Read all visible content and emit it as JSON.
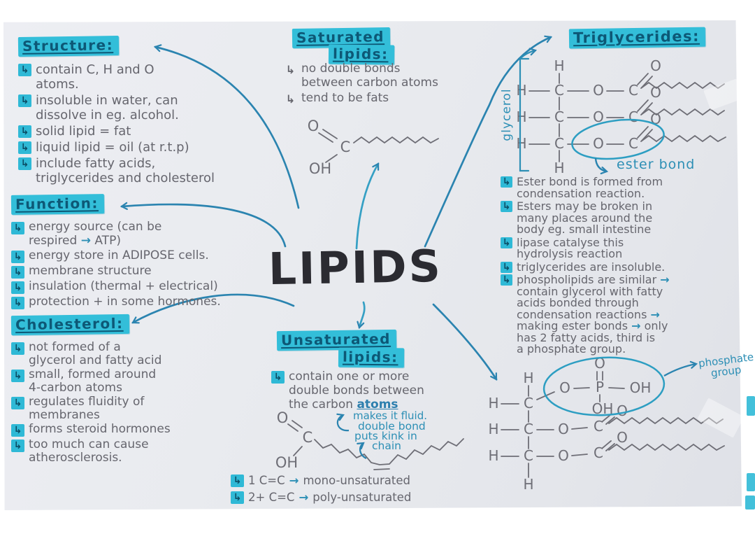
{
  "title": "LIPIDS",
  "marker_glyph": "↳",
  "colors": {
    "highlight": "#33bed9",
    "heading_ink": "#0d5876",
    "pencil": "#66666e",
    "teal_ink": "#2d8fb5",
    "arrow_blue": "#2b84b0",
    "title_ink": "#2b2b31",
    "paper": "#e9ebef"
  },
  "chem": {
    "H": "H",
    "C": "C",
    "O": "O",
    "OH": "OH",
    "P": "P"
  },
  "sections": {
    "structure": {
      "heading": "Structure:",
      "items": [
        "contain C, H and O\natoms.",
        "insoluble in water, can\ndissolve in eg. alcohol.",
        "solid lipid = fat",
        "liquid lipid = oil (at r.t.p)",
        "include fatty acids,\ntriglycerides and cholesterol"
      ]
    },
    "function": {
      "heading": "Function:",
      "item1": {
        "pre": "energy source (can be\nrespired ",
        "arrow": "→",
        "post": " ATP)"
      },
      "items": [
        "energy store in ADIPOSE cells.",
        "membrane structure",
        "insulation (thermal + electrical)",
        "protection + in some hormones."
      ]
    },
    "cholesterol": {
      "heading": "Cholesterol:",
      "items": [
        "not formed of a\nglycerol and fatty acid",
        "small, formed around\n4-carbon atoms",
        "regulates fluidity of\nmembranes",
        "forms steroid hormones",
        "too much can cause\natherosclerosis."
      ]
    },
    "saturated": {
      "heading_line1": "Saturated",
      "heading_line2": "lipids:",
      "items": [
        "no double bonds\nbetween carbon atoms",
        "tend to be fats"
      ]
    },
    "unsaturated": {
      "heading_line1": "Unsaturated",
      "heading_line2": "lipids:",
      "item_pre": "contain one or more\ndouble bonds between\nthe carbon ",
      "item_emphasis": "atoms",
      "note_fluid": "makes it fluid.",
      "note_kink_line1": "double bond",
      "note_kink_line2": "puts kink in",
      "note_kink_line3": "chain",
      "footnotes": [
        {
          "pre": "1 C=C",
          "arrow": "→",
          "post": "mono-unsaturated"
        },
        {
          "pre": "2+ C=C",
          "arrow": "→",
          "post": "poly-unsaturated"
        }
      ]
    },
    "triglycerides": {
      "heading": "Triglycerides:",
      "glycerol_label": "glycerol",
      "ester_bond_label": "ester bond",
      "items": [
        "Ester bond is formed from\ncondensation reaction.",
        "Esters may be broken in\nmany places around the\nbody eg. small intestine",
        "lipase catalyse this\nhydrolysis reaction",
        "triglycerides are insoluble."
      ],
      "phospholipid_item": {
        "t1": "phospholipids are similar ",
        "a1": "→",
        "t2": "\ncontain glycerol with fatty\nacids bonded through\ncondensation reactions ",
        "a2": "→",
        "t3": "\nmaking ester bonds ",
        "a3": "→",
        "t4": " only\nhas 2 fatty acids, third is\na phosphate group."
      }
    },
    "phospholipid": {
      "label_line1": "phosphate",
      "label_line2": "group"
    }
  }
}
